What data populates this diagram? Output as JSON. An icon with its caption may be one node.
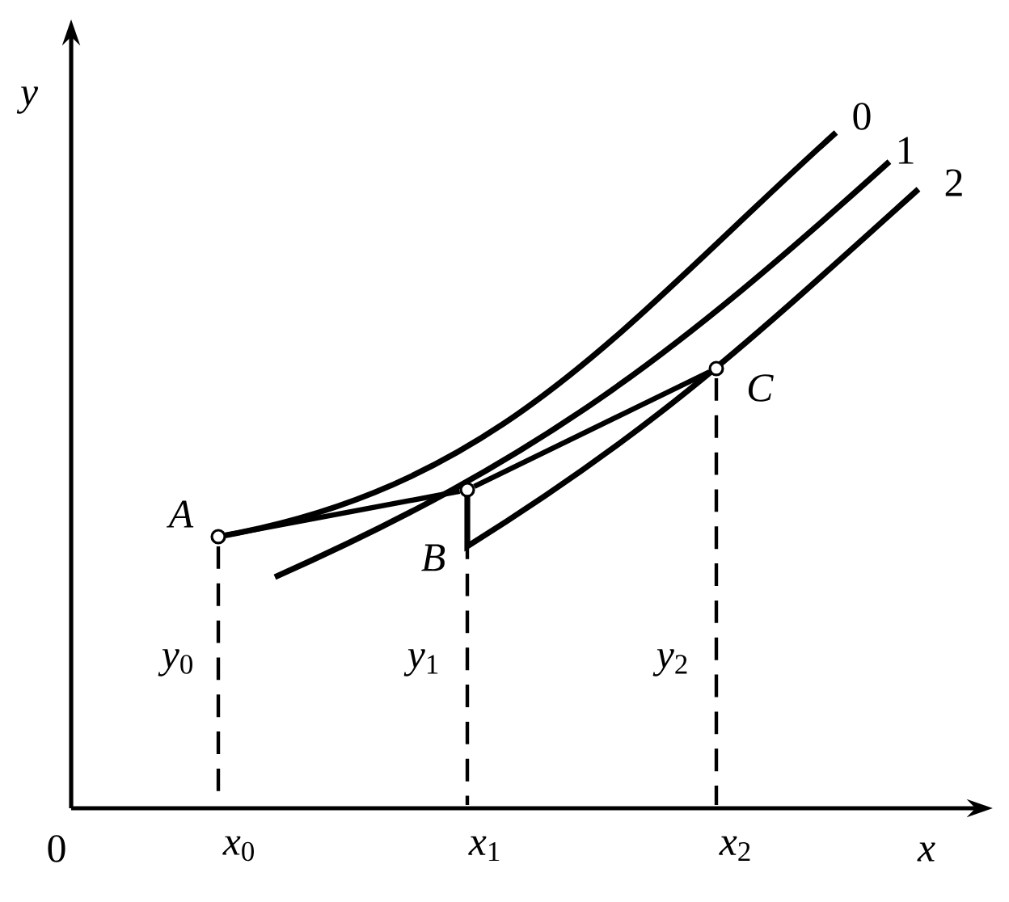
{
  "diagram": {
    "nodes": [
      {
        "text": [
          "*A*"
        ]
      },
      {
        "text": [
          "*B*"
        ]
      },
      {
        "text": [
          "*C*"
        ]
      }
    ],
    "edges": [
      {
        "from": 0,
        "to": 1,
        "arrow": "none"
      },
      {
        "from": 1,
        "to": 2,
        "arrow": "none"
      }
    ],
    "labels": [
      "*y*",
      "0",
      "1",
      "2",
      "*y*$_{0}$",
      "*y*$_{1}$",
      "*y*$_{2}$",
      "0",
      "*x*$_{0}$",
      "*x*$_{1}$",
      "*x*$_{2}$",
      "*x*"
    ]
  }
}
